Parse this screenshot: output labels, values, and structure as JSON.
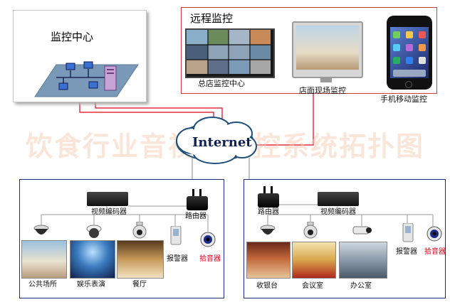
{
  "watermark": "饮食行业音视频监控系统拓扑图",
  "monitor_center": {
    "title": "监控中心"
  },
  "remote": {
    "title": "远程监控",
    "items": [
      {
        "label": "总店监控中心"
      },
      {
        "label": "店面现场监控"
      },
      {
        "label": "手机移动监控"
      }
    ]
  },
  "cloud_label": "Internet",
  "left_site": {
    "encoder": "视频编码器",
    "router": "路由器",
    "alarm": "报警器",
    "mic": "拾音器",
    "places": [
      "公共场所",
      "娱乐表演",
      "餐厅"
    ]
  },
  "right_site": {
    "router": "路由器",
    "encoder": "视频编码器",
    "alarm": "报警器",
    "mic": "拾音器",
    "places": [
      "收银台",
      "会议室",
      "办公室"
    ]
  },
  "colors": {
    "red_line": "#e0001b",
    "blue_border": "#1c2a8a",
    "gray_line": "#9a9a9a"
  }
}
